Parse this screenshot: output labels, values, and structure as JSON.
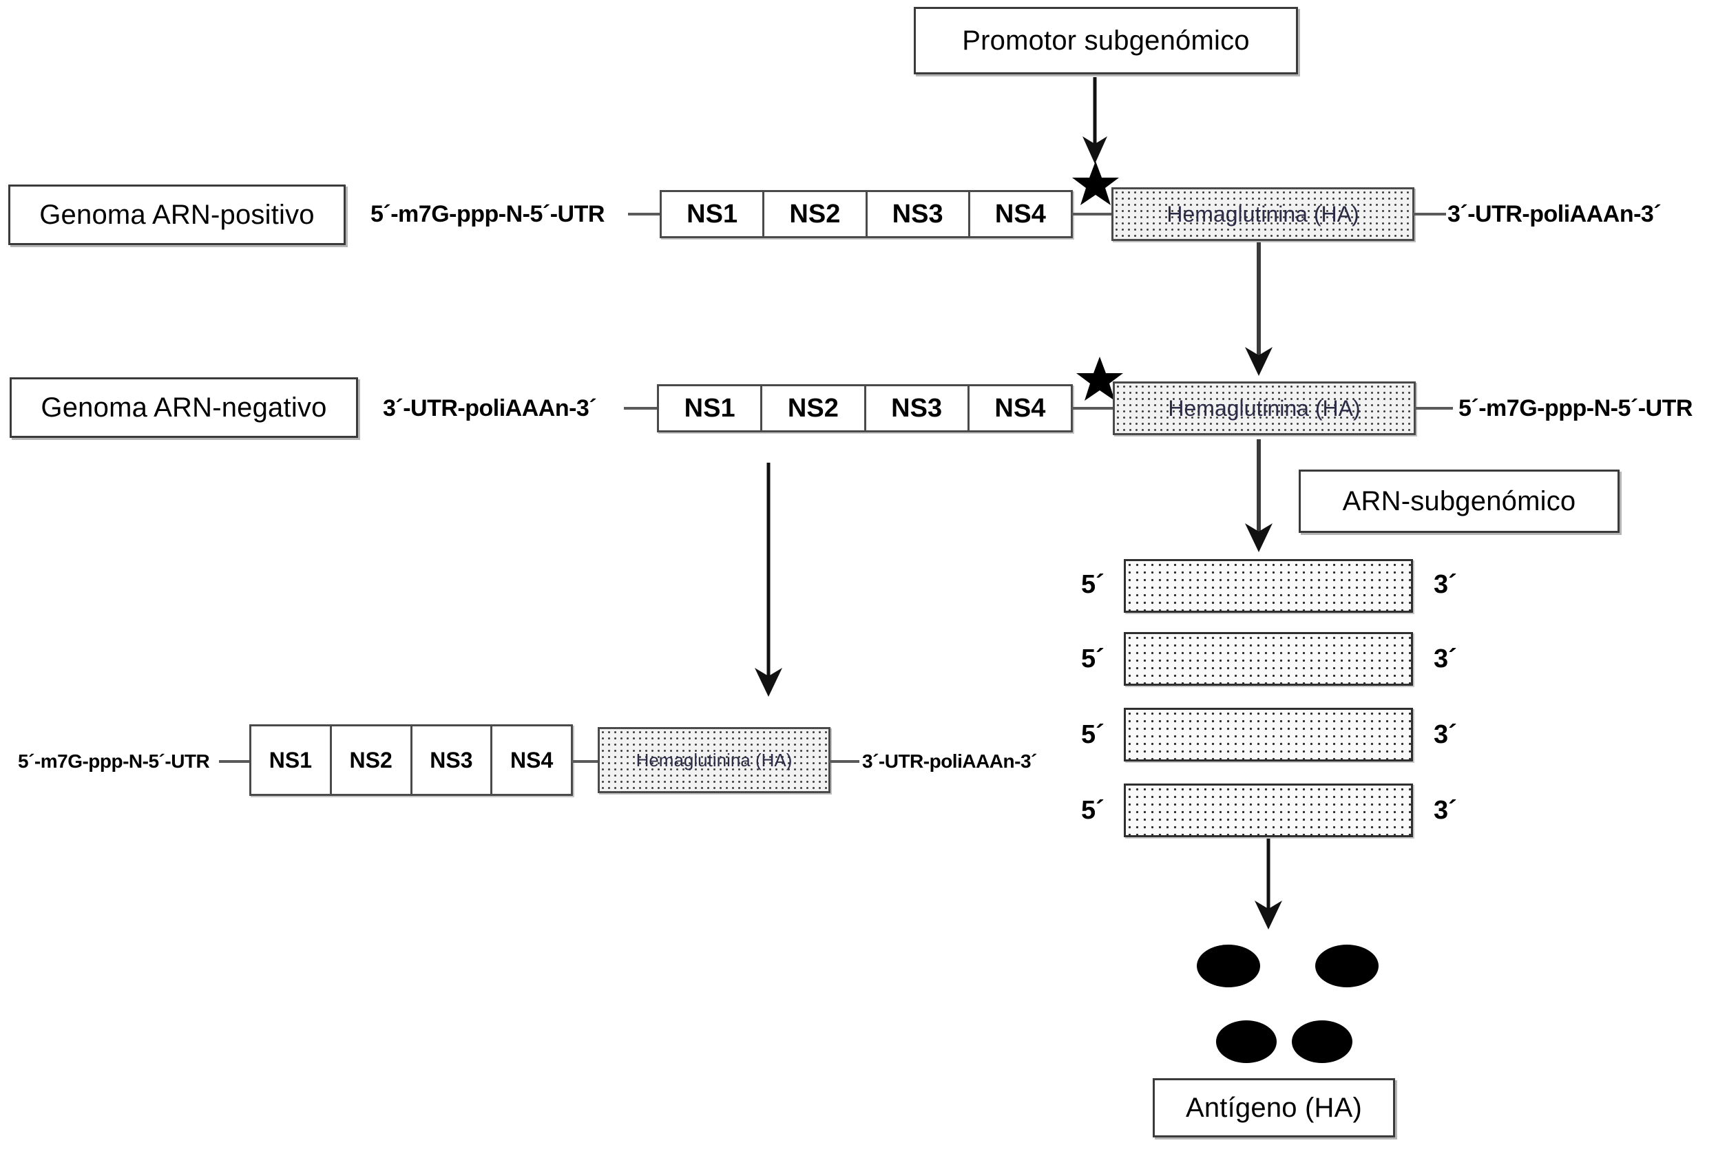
{
  "diagram": {
    "title_boxes": {
      "promoter": "Promotor subgenómico",
      "genome_positive": "Genoma ARN-positivo",
      "genome_negative": "Genoma ARN-negativo",
      "subgenomic_rna": "ARN-subgenómico",
      "antigen": "Antígeno (HA)"
    },
    "sequences": {
      "cap_5prime": "5´-m7G-ppp-N-5´-UTR",
      "polya_3prime": "3´-UTR-poliAAAn-3´"
    },
    "genes": [
      "NS1",
      "NS2",
      "NS3",
      "NS4"
    ],
    "ha_label": "Hemaglutinina (HA)",
    "strand_ends": {
      "five": "5´",
      "three": "3´"
    },
    "subgenomic_bars": [
      {
        "left": "5´",
        "right": "3´"
      },
      {
        "left": "5´",
        "right": "3´"
      },
      {
        "left": "5´",
        "right": "3´"
      },
      {
        "left": "5´",
        "right": "3´"
      }
    ],
    "rows": {
      "positive": {
        "label": "Genoma ARN-positivo",
        "left_end": "5´-m7G-ppp-N-5´-UTR",
        "right_end": "3´-UTR-poliAAAn-3´"
      },
      "negative": {
        "label": "Genoma ARN-negativo",
        "left_end": "3´-UTR-poliAAAn-3´",
        "right_end": "5´-m7G-ppp-N-5´-UTR"
      },
      "replicated_positive": {
        "left_end": "5´-m7G-ppp-N-5´-UTR",
        "right_end": "3´-UTR-poliAAAn-3´"
      }
    },
    "icons": {
      "star": "star-icon",
      "arrow_down": "arrow-down-icon",
      "antigen_particle": "antigen-particle-icon"
    },
    "colors": {
      "line": "#5a5a5a",
      "box_border": "#3a3a3a",
      "stipple": "#2a2a2a",
      "ha_text": "#2b2b46"
    }
  }
}
